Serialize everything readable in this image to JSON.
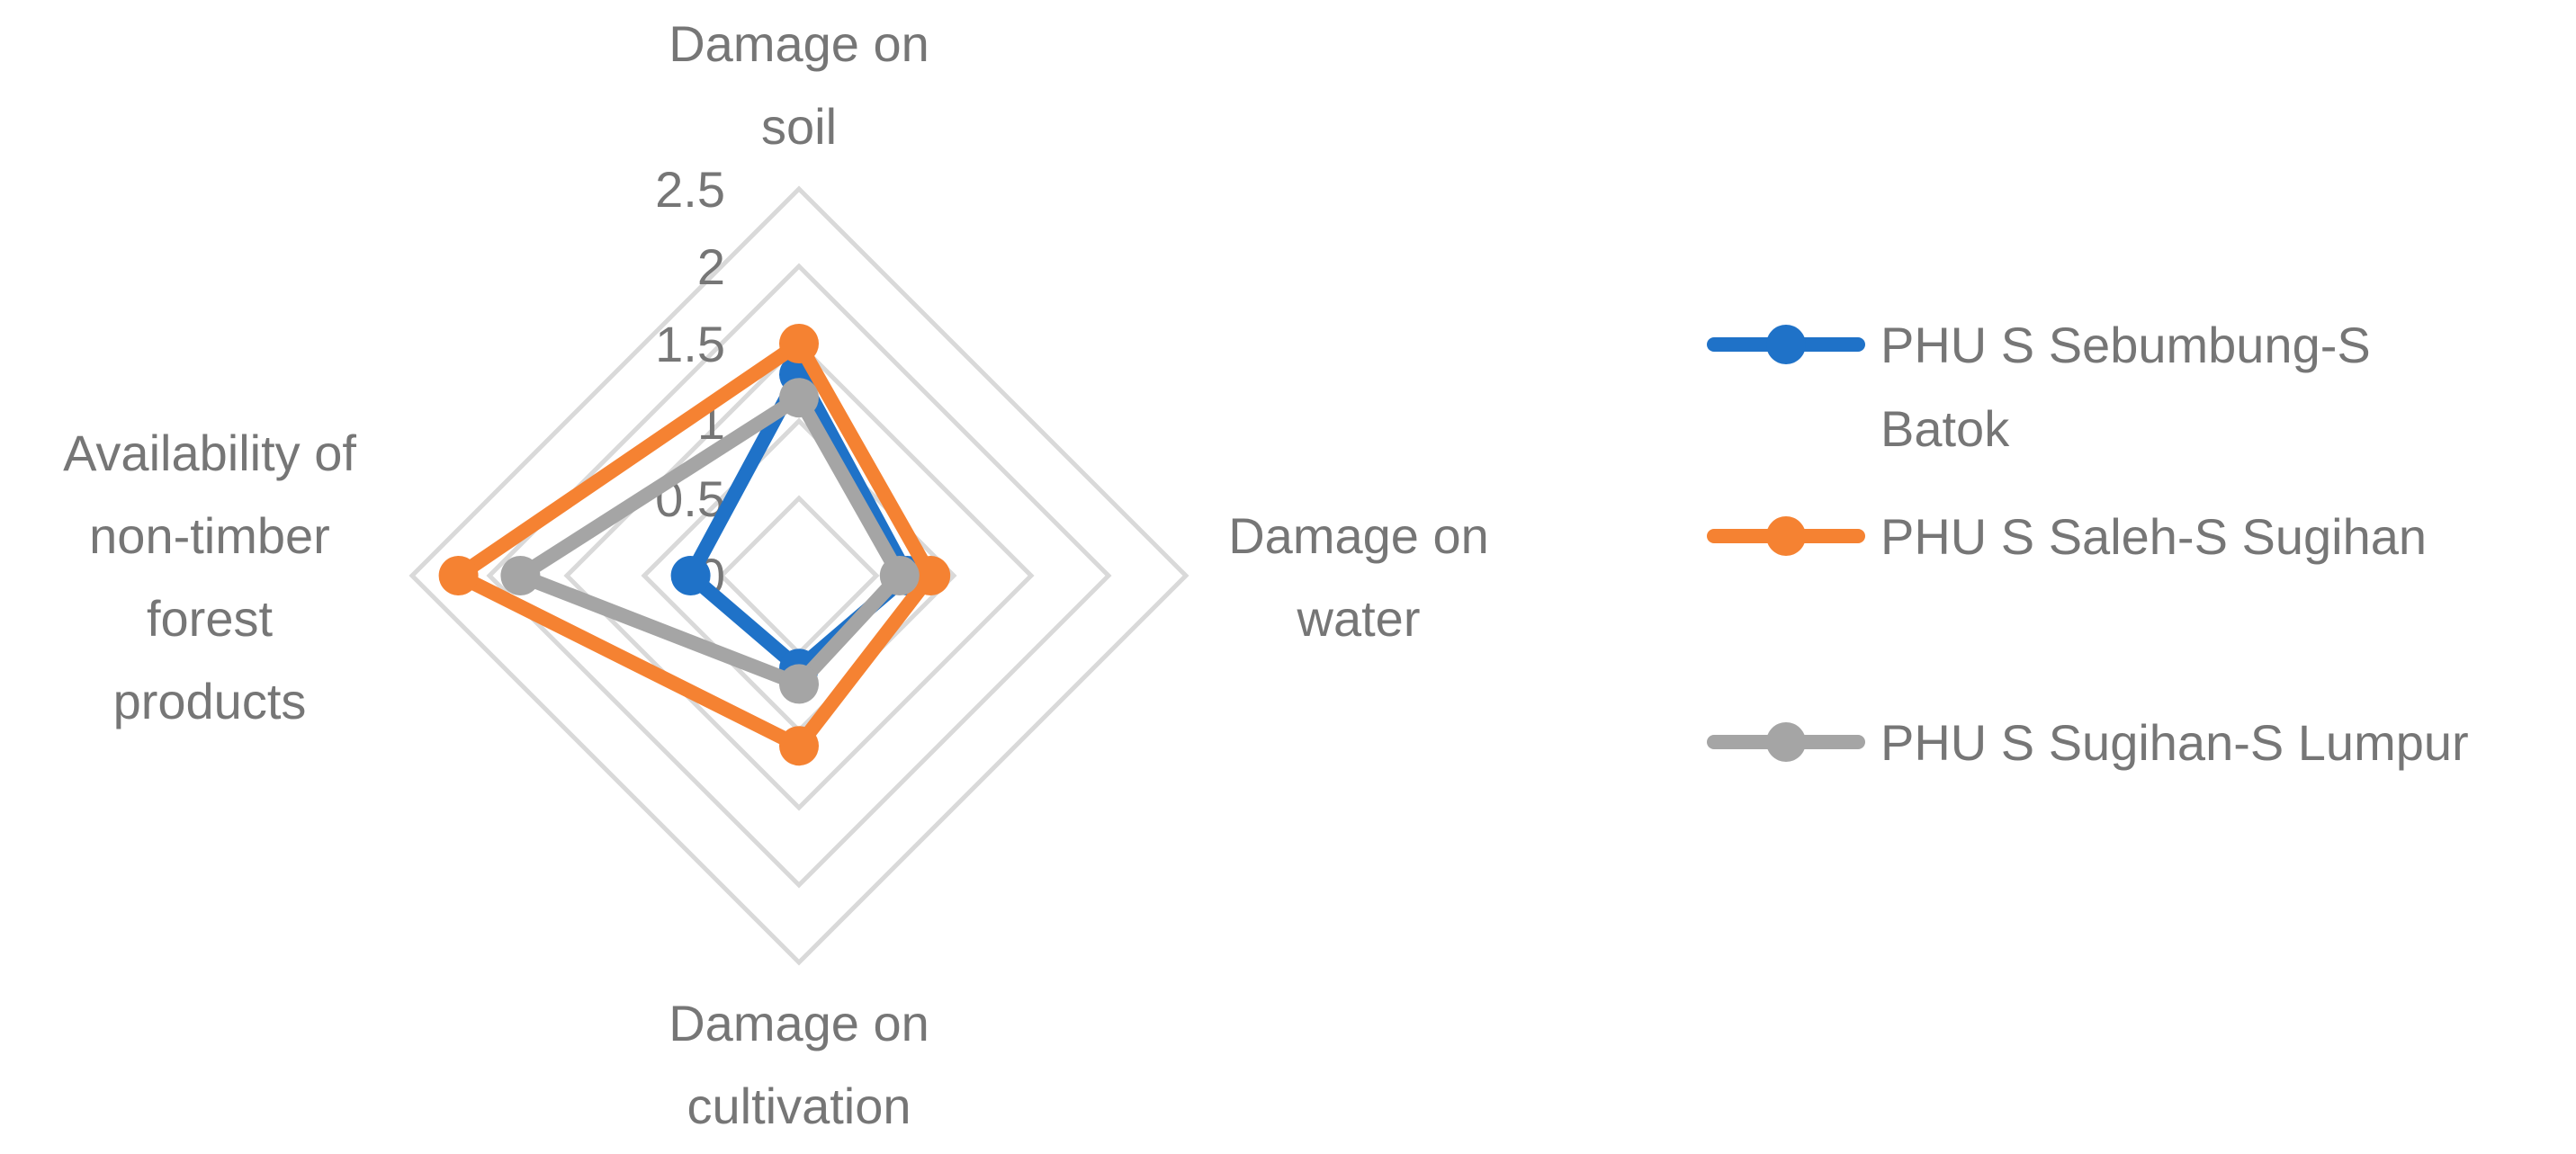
{
  "chart_data": {
    "type": "radar",
    "axes": [
      {
        "label_lines": [
          "Damage on",
          "soil"
        ]
      },
      {
        "label_lines": [
          "Damage on",
          "water"
        ]
      },
      {
        "label_lines": [
          "Damage on",
          "cultivation"
        ]
      },
      {
        "label_lines": [
          "Availability of",
          "non-timber",
          "forest",
          "products"
        ]
      }
    ],
    "ticks": [
      "0",
      "0.5",
      "1",
      "1.5",
      "2",
      "2.5"
    ],
    "range": [
      0,
      2.5
    ],
    "series": [
      {
        "name": "PHU S Sebumbung-S Batok",
        "legend_lines": [
          "PHU S Sebumbung-S",
          "Batok"
        ],
        "color": "#1f72c8",
        "values": [
          1.3,
          0.7,
          0.6,
          0.7
        ]
      },
      {
        "name": "PHU S Saleh-S Sugihan",
        "legend_lines": [
          "PHU S Saleh-S Sugihan"
        ],
        "color": "#f58232",
        "values": [
          1.5,
          0.85,
          1.1,
          2.2
        ]
      },
      {
        "name": "PHU S Sugihan-S Lumpur",
        "legend_lines": [
          "PHU S Sugihan-S Lumpur"
        ],
        "color": "#a5a5a5",
        "values": [
          1.15,
          0.65,
          0.7,
          1.8
        ]
      }
    ],
    "grid_color": "#d9d9d9",
    "legend_position": "right"
  }
}
